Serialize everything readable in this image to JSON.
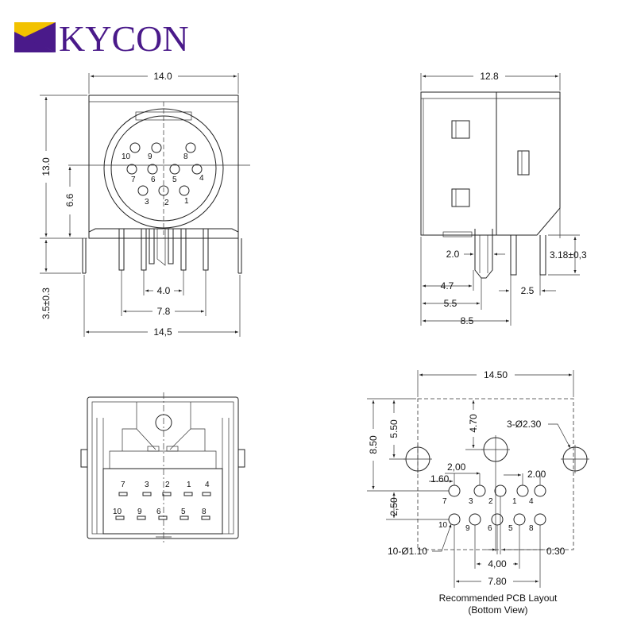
{
  "brand": {
    "name": "KYCON",
    "primary_color": "#4a1a8a",
    "accent_color": "#f2c200"
  },
  "front_view": {
    "dims": {
      "width_top": "14.0",
      "height": "13.0",
      "center": "6.6",
      "pin_length": "3.5±0.3",
      "pitch_inner": "4.0",
      "pitch_outer": "7.8",
      "width_bottom": "14,5"
    },
    "pins": [
      "10",
      "9",
      "8",
      "7",
      "6",
      "5",
      "4",
      "3",
      "2",
      "1"
    ]
  },
  "side_view": {
    "dims": {
      "width": "12.8",
      "pin_width": "2.0",
      "d1": "4.7",
      "d2": "5.5",
      "d3": "8.5",
      "d4": "2.5",
      "standoff": "3.18±0,3"
    }
  },
  "bottom_view": {
    "pins_top": [
      "7",
      "3",
      "2",
      "1",
      "4"
    ],
    "pins_bottom": [
      "10",
      "9",
      "6",
      "5",
      "8"
    ]
  },
  "pcb_layout": {
    "dims": {
      "width": "14.50",
      "height": "8.50",
      "d_5_50": "5.50",
      "d_4_70": "4.70",
      "mount_holes": "3-Ø2.30",
      "d_2_00_left": "2,00",
      "d_2_00_right": "2.00",
      "d_1_60": "1.60",
      "d_2_50": "2,50",
      "pin_holes": "10-Ø1.10",
      "d_4_00": "4,00",
      "d_0_30": "0.30",
      "d_7_80": "7.80"
    },
    "pins_top": [
      "7",
      "3",
      "2",
      "1",
      "4"
    ],
    "pins_bottom": [
      "10",
      "9",
      "6",
      "5",
      "8"
    ],
    "caption_line1": "Recommended PCB Layout",
    "caption_line2": "(Bottom View)"
  }
}
